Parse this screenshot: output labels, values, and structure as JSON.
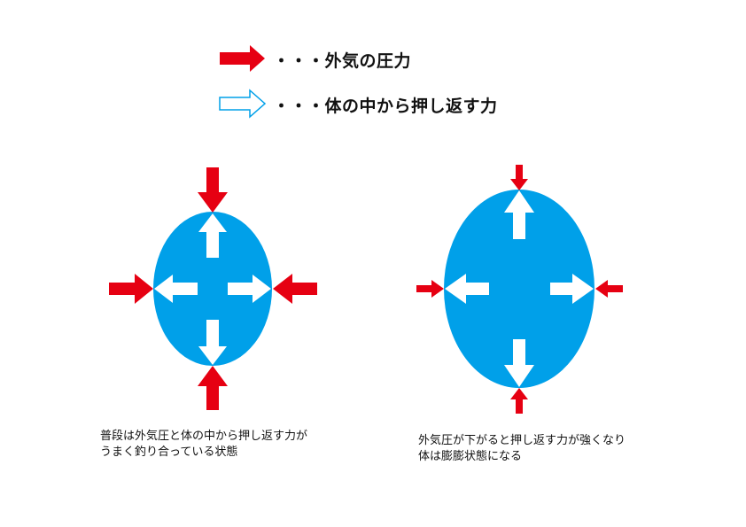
{
  "legend": [
    {
      "symbol": "red-filled-arrow",
      "color": "#e60012",
      "label": "・・・外気の圧力"
    },
    {
      "symbol": "outlined-arrow",
      "outline_color": "#00a0e9",
      "label": "・・・体の中から押し返す力"
    }
  ],
  "diagrams": [
    {
      "state": "normal",
      "body_color": "#00a0e9",
      "caption_lines": [
        "普段は外気圧と体の中から押し返す力が",
        "うまく釣り合っている状態"
      ]
    },
    {
      "state": "expanded",
      "body_color": "#00a0e9",
      "caption_lines": [
        "外気圧が下がると押し返す力が強くなり",
        "体は膨膨状態になる"
      ]
    }
  ]
}
